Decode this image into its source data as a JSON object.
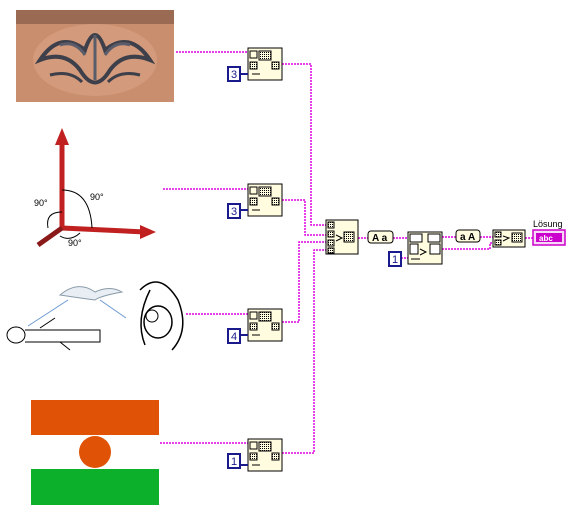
{
  "pictures": [
    {
      "name": "tattoo-photo"
    },
    {
      "name": "axes-diagram",
      "angle_labels": [
        "90°",
        "90°",
        "90°"
      ]
    },
    {
      "name": "soul-rebirth-diagram"
    },
    {
      "name": "niger-flag",
      "colors": [
        "#e05206",
        "#ffffff",
        "#0db02b",
        "#e05206"
      ]
    }
  ],
  "constants": [
    "3",
    "3",
    "4",
    "1"
  ],
  "search_constant": "1",
  "output_indicator": {
    "label": "Lösung",
    "value": "abc"
  },
  "function_labels": {
    "upper_case": "A a",
    "lower_case": "a A"
  },
  "colors": {
    "wire": "#e000e0",
    "indicator": "#cc00cc",
    "constant_border": "#1a1a8c"
  }
}
